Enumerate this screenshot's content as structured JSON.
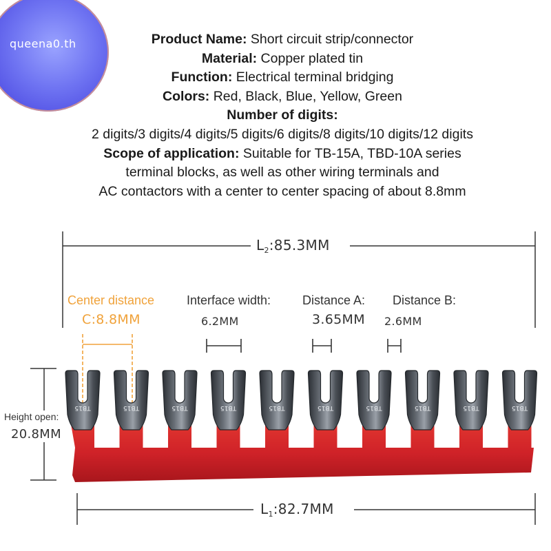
{
  "logo": {
    "text": "queena0.th"
  },
  "spec": {
    "product_name_label": "Product Name:",
    "product_name_value": " Short circuit strip/connector",
    "material_label": "Material:",
    "material_value": " Copper plated tin",
    "function_label": "Function:",
    "function_value": " Electrical terminal bridging",
    "colors_label": "Colors:",
    "colors_value": " Red, Black, Blue, Yellow, Green",
    "digits_label": "Number of digits:",
    "digits_value": "2 digits/3 digits/4 digits/5 digits/6 digits/8 digits/10 digits/12 digits",
    "scope_label": "Scope of application:",
    "scope_value_1": " Suitable for TB-15A, TBD-10A series",
    "scope_value_2": "terminal blocks, as well as other wiring terminals and",
    "scope_value_3": "AC contactors with a center to center spacing of about 8.8mm"
  },
  "dimensions": {
    "l2_prefix": "L",
    "l2_sub": "2",
    "l2_value": ":85.3MM",
    "center_label": "Center distance",
    "center_value": "C:8.8MM",
    "interface_label": "Interface width:",
    "interface_value": "6.2MM",
    "distance_a_label": "Distance A:",
    "distance_a_value": "3.65MM",
    "distance_b_label": "Distance B:",
    "distance_b_value": "2.6MM",
    "height_label": "Height open:",
    "height_value": "20.8MM",
    "l1_prefix": "L",
    "l1_sub": "1",
    "l1_value": ":82.7MM"
  },
  "product": {
    "fork_count": 10,
    "fork_marking": "TB15",
    "strip_color": "#d2262b",
    "fork_color": "#3d4248"
  },
  "colors": {
    "accent_orange": "#f0a23a",
    "dimension_line": "#333333"
  }
}
